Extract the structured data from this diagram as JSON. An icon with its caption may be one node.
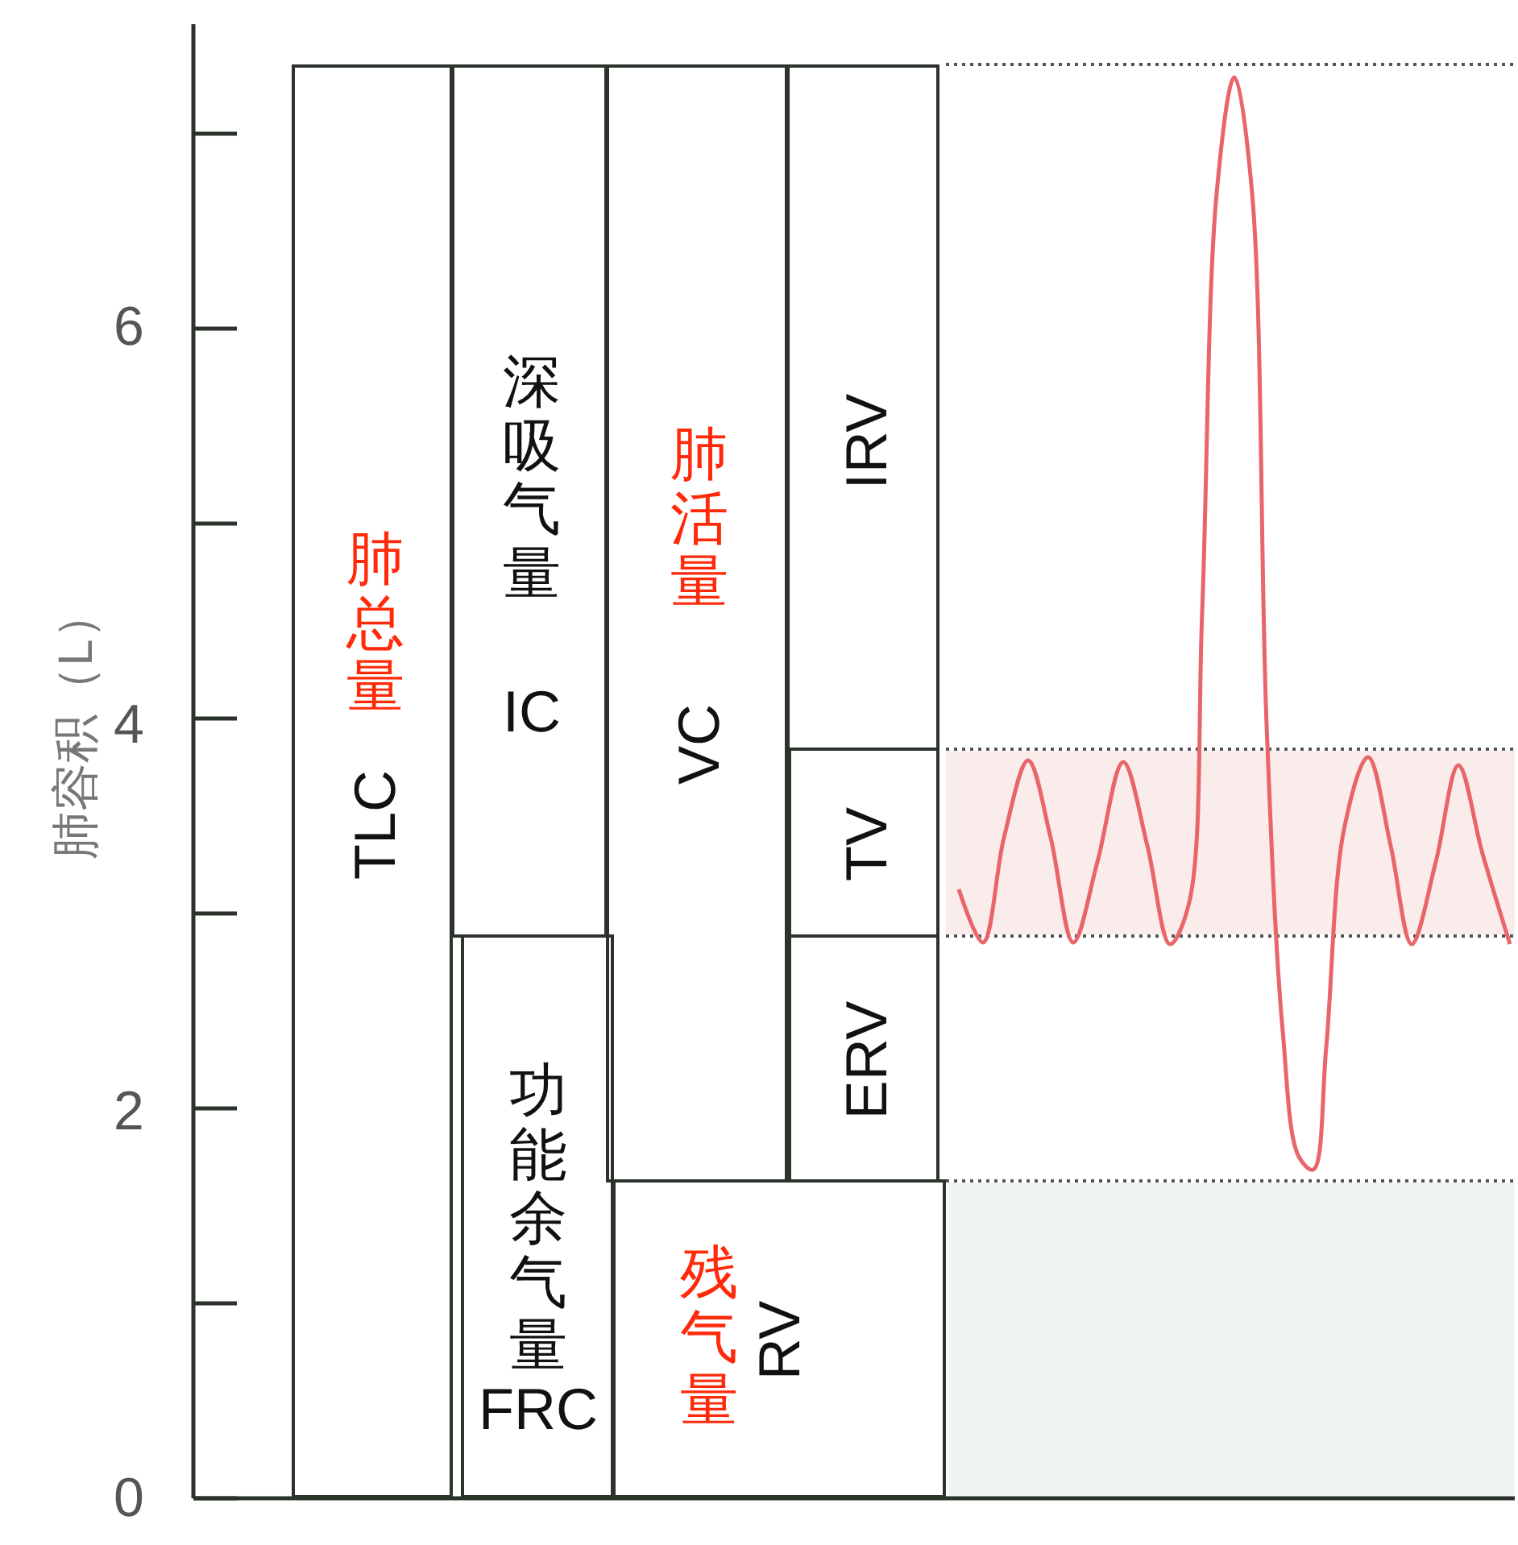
{
  "diagram": {
    "nodes": [
      {
        "text": [
          "TLC",
          "肺总量"
        ]
      },
      {
        "text": [
          "深吸气量",
          "IC"
        ]
      },
      {
        "text": [
          "功能余气量",
          "FRC"
        ]
      },
      {
        "text": [
          "VC",
          "肺活量"
        ]
      },
      {
        "text": [
          "IRV"
        ]
      },
      {
        "text": [
          "TV"
        ]
      },
      {
        "text": [
          "ERV"
        ]
      },
      {
        "text": [
          "RV",
          "残气量"
        ]
      }
    ],
    "labels": [
      "肺容积（L）",
      "6",
      "4",
      "2",
      "0"
    ]
  }
}
